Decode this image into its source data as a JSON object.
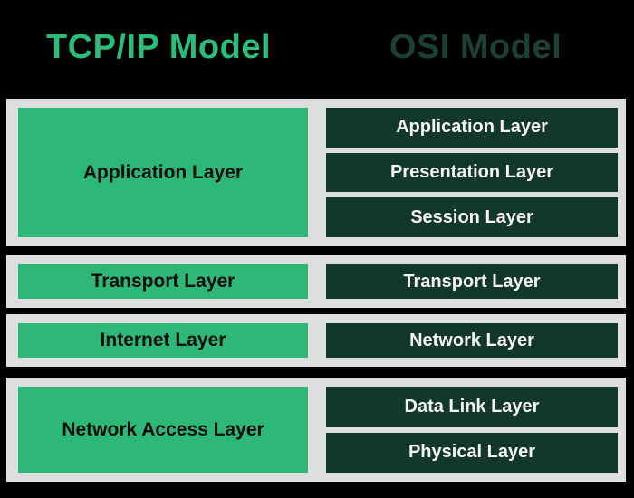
{
  "header": {
    "left_title": "TCP/IP Model",
    "right_title": "OSI Model"
  },
  "colors": {
    "background": "#000000",
    "panel_gray": "#dcdee0",
    "tcpip_box_green": "#2eb877",
    "osi_box_dark_green": "#123829",
    "tcpip_title_green": "#2bbd7a",
    "osi_title_dark_green": "#1c4035",
    "tcpip_box_text": "#0d0d0d",
    "osi_box_text": "#f5f5f5"
  },
  "rows": [
    {
      "tcpip": "Application Layer",
      "osi": [
        "Application Layer",
        "Presentation Layer",
        "Session Layer"
      ]
    },
    {
      "tcpip": "Transport Layer",
      "osi": [
        "Transport Layer"
      ]
    },
    {
      "tcpip": "Internet Layer",
      "osi": [
        "Network Layer"
      ]
    },
    {
      "tcpip": "Network Access Layer",
      "osi": [
        "Data Link Layer",
        "Physical Layer"
      ]
    }
  ]
}
